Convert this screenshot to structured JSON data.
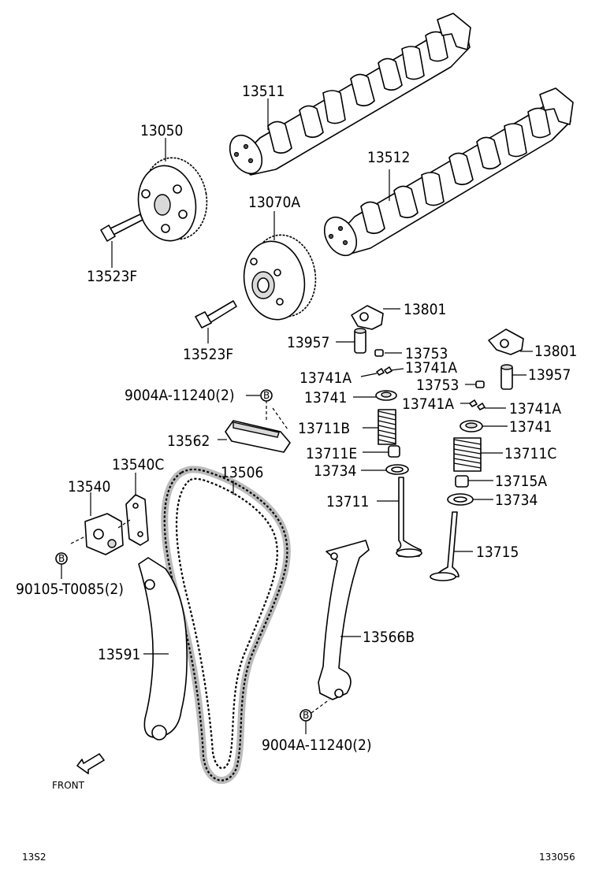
{
  "labels": {
    "camshaft_intake": "13511",
    "camshaft_exhaust": "13512",
    "gear_intake": "13050",
    "gear_exhaust": "13070A",
    "bolt_intake": "13523F",
    "bolt_exhaust": "13523F",
    "rocker_left": "13801",
    "rocker_right": "13801",
    "lash_adjuster_left": "13957",
    "lash_adjuster_right": "13957",
    "cap_left": "13753",
    "cap_right": "13753",
    "keeper_l1": "13741A",
    "keeper_l2": "13741A",
    "keeper_r1": "13741A",
    "keeper_r2": "13741A",
    "retainer_left": "13741",
    "retainer_right": "13741",
    "spring_left": "13711B",
    "spring_right": "13711C",
    "seal_left": "13711E",
    "seal_right": "13715A",
    "seat_left": "13734",
    "seat_right": "13734",
    "valve_left": "13711",
    "valve_right": "13715",
    "bolt_slipper_top": "9004A-11240(2)",
    "bolt_slipper_bottom": "9004A-11240(2)",
    "chain_guide": "13562",
    "gasket": "13540C",
    "tensioner": "13540",
    "tensioner_bolt": "90105-T0085(2)",
    "chain": "13506",
    "slipper": "13591",
    "damper": "13566B",
    "front": "FRONT",
    "footer_left": "13S2",
    "footer_right": "133056",
    "ref_b": "B"
  }
}
